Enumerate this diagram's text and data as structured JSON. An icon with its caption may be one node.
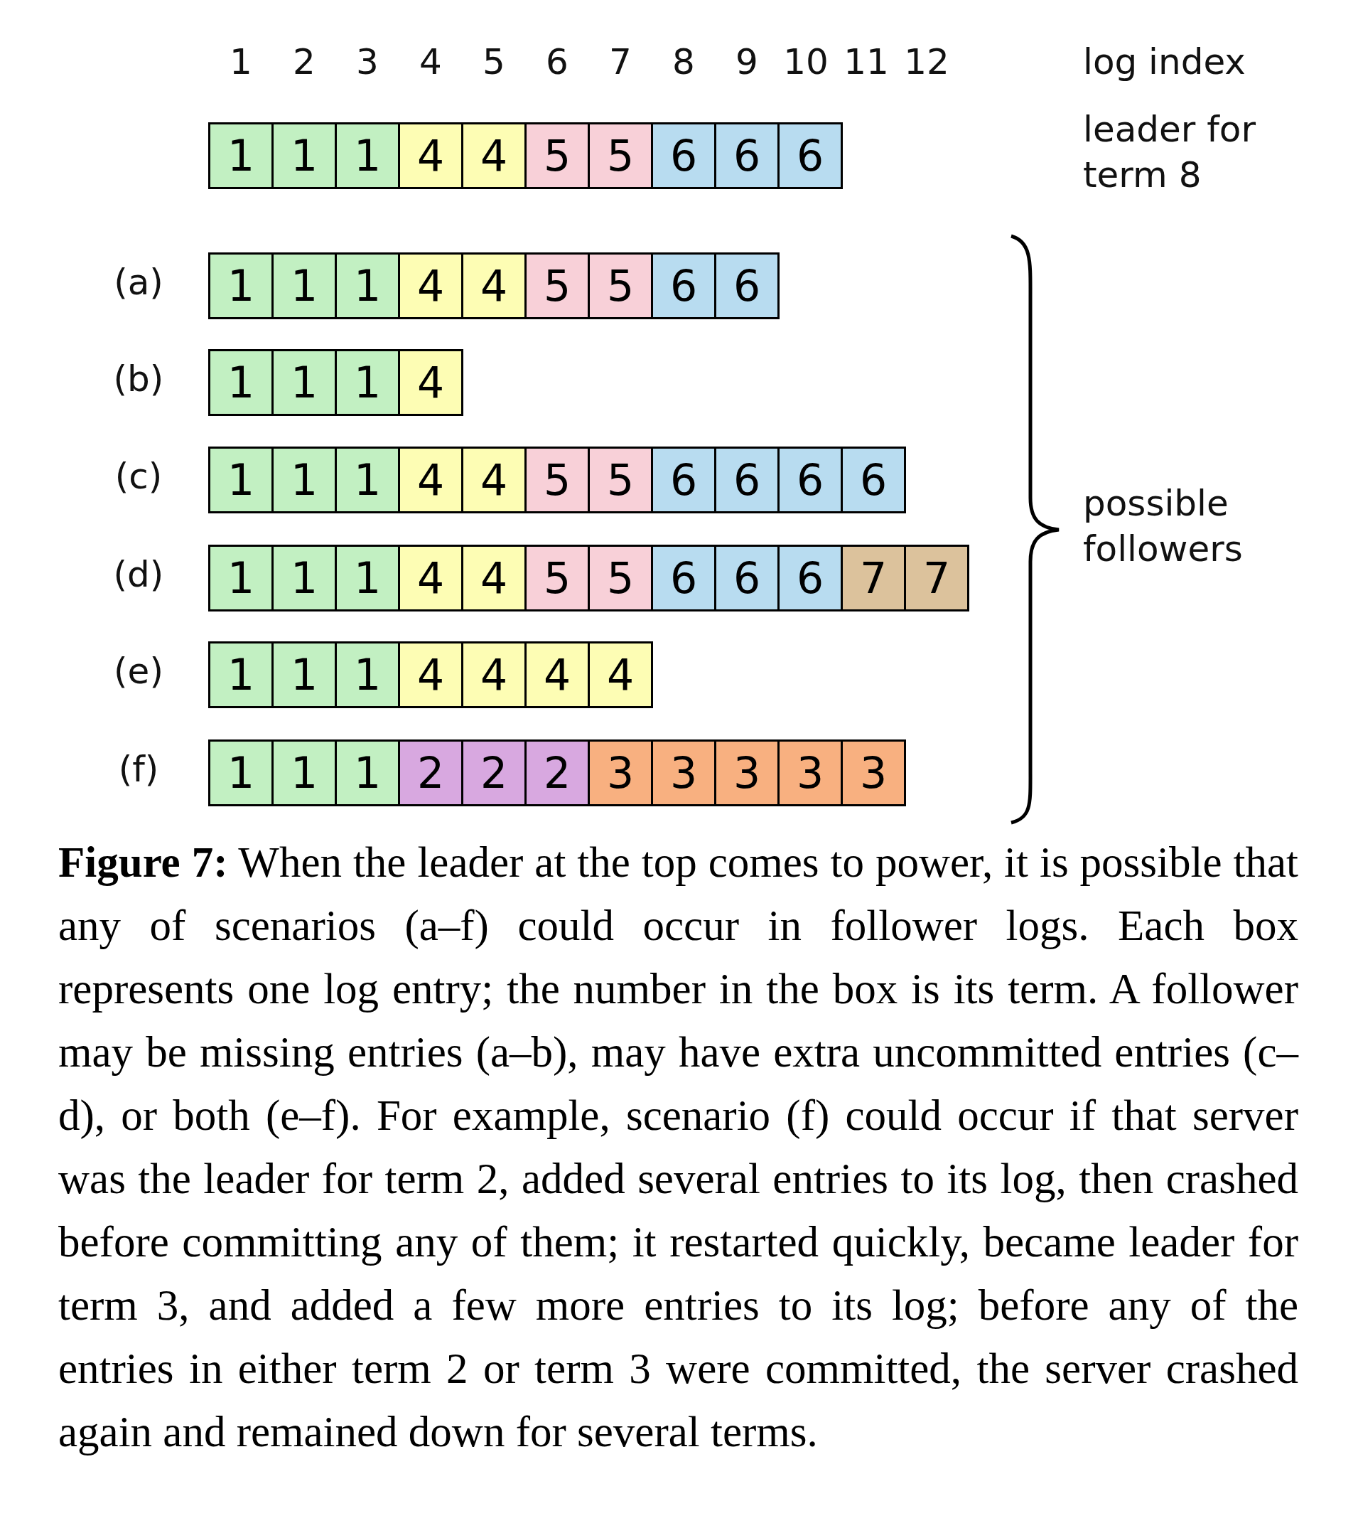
{
  "diagram": {
    "caption": "**Figure 7:** When the leader at the top comes to power, it is possible that any of scenarios (a–f) could occur in follower logs. Each box represents one log entry; the number in the box is its term. A follower may be missing entries (a–b), may have extra uncommitted entries (c–d), or both (e–f). For example, scenario (f) could occur if that server was the leader for term 2, added several entries to its log, then crashed before committing any of them; it restarted quickly, became leader for term 3, and added a few more entries to its log; before any of the entries in either term 2 or term 3 were committed, the server crashed again and remained down for several terms.",
    "nodes": [
      {
        "text": [
          "1"
        ]
      },
      {
        "text": [
          "1"
        ]
      },
      {
        "text": [
          "1"
        ]
      },
      {
        "text": [
          "4"
        ]
      },
      {
        "text": [
          "4"
        ]
      },
      {
        "text": [
          "5"
        ]
      },
      {
        "text": [
          "5"
        ]
      },
      {
        "text": [
          "6"
        ]
      },
      {
        "text": [
          "6"
        ]
      },
      {
        "text": [
          "6"
        ]
      },
      {
        "text": [
          "1"
        ]
      },
      {
        "text": [
          "1"
        ]
      },
      {
        "text": [
          "1"
        ]
      },
      {
        "text": [
          "4"
        ]
      },
      {
        "text": [
          "4"
        ]
      },
      {
        "text": [
          "5"
        ]
      },
      {
        "text": [
          "5"
        ]
      },
      {
        "text": [
          "6"
        ]
      },
      {
        "text": [
          "6"
        ]
      },
      {
        "text": [
          "1"
        ]
      },
      {
        "text": [
          "1"
        ]
      },
      {
        "text": [
          "1"
        ]
      },
      {
        "text": [
          "4"
        ]
      },
      {
        "text": [
          "1"
        ]
      },
      {
        "text": [
          "1"
        ]
      },
      {
        "text": [
          "1"
        ]
      },
      {
        "text": [
          "4"
        ]
      },
      {
        "text": [
          "4"
        ]
      },
      {
        "text": [
          "5"
        ]
      },
      {
        "text": [
          "5"
        ]
      },
      {
        "text": [
          "6"
        ]
      },
      {
        "text": [
          "6"
        ]
      },
      {
        "text": [
          "6"
        ]
      },
      {
        "text": [
          "6"
        ]
      },
      {
        "text": [
          "1"
        ]
      },
      {
        "text": [
          "1"
        ]
      },
      {
        "text": [
          "1"
        ]
      },
      {
        "text": [
          "4"
        ]
      },
      {
        "text": [
          "4"
        ]
      },
      {
        "text": [
          "5"
        ]
      },
      {
        "text": [
          "5"
        ]
      },
      {
        "text": [
          "6"
        ]
      },
      {
        "text": [
          "6"
        ]
      },
      {
        "text": [
          "6"
        ]
      },
      {
        "text": [
          "7"
        ]
      },
      {
        "text": [
          "7"
        ]
      },
      {
        "text": [
          "1"
        ]
      },
      {
        "text": [
          "1"
        ]
      },
      {
        "text": [
          "1"
        ]
      },
      {
        "text": [
          "4"
        ]
      },
      {
        "text": [
          "4"
        ]
      },
      {
        "text": [
          "4"
        ]
      },
      {
        "text": [
          "4"
        ]
      },
      {
        "text": [
          "1"
        ]
      },
      {
        "text": [
          "1"
        ]
      },
      {
        "text": [
          "1"
        ]
      },
      {
        "text": [
          "2"
        ]
      },
      {
        "text": [
          "2"
        ]
      },
      {
        "text": [
          "2"
        ]
      },
      {
        "text": [
          "3"
        ]
      },
      {
        "text": [
          "3"
        ]
      },
      {
        "text": [
          "3"
        ]
      },
      {
        "text": [
          "3"
        ]
      },
      {
        "text": [
          "3"
        ]
      }
    ],
    "labels": [
      "1",
      "2",
      "3",
      "4",
      "5",
      "6",
      "7",
      "8",
      "9",
      "10",
      "11",
      "12",
      "log index",
      "leader for term 8",
      "(a)",
      "(b)",
      "(c)",
      "possible followers",
      "(d)",
      "(e)",
      "(f)"
    ]
  }
}
